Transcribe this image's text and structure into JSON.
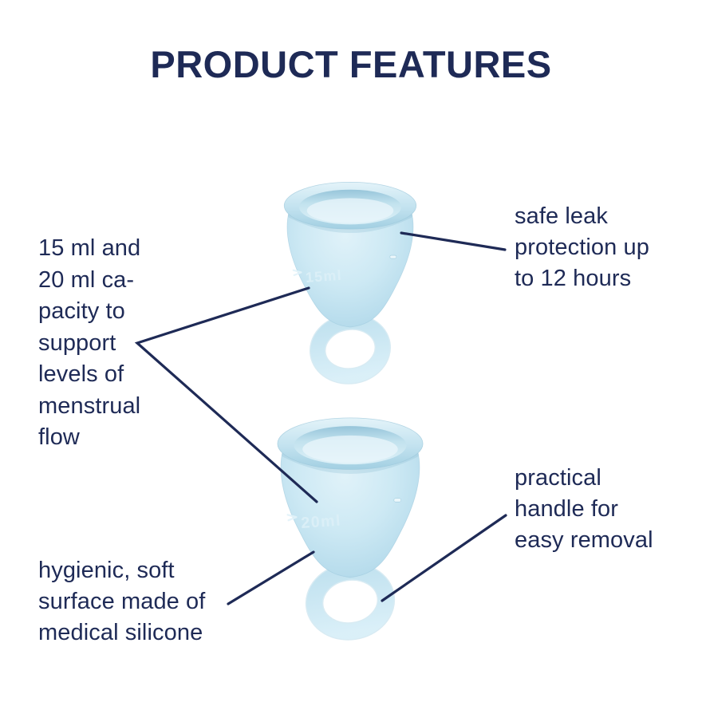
{
  "title": "PRODUCT FEATURES",
  "colors": {
    "navy": "#1e2a56",
    "cup_blue": "#c9e6f2",
    "cup_edge": "#9ec9dd",
    "background": "#ffffff"
  },
  "annotations": {
    "capacity": {
      "lines": [
        "15 ml and",
        "20 ml ca-",
        "pacity to",
        "support",
        "levels of",
        "menstrual",
        "flow"
      ]
    },
    "leak": {
      "lines": [
        "safe leak",
        "protection up",
        "to 12 hours"
      ]
    },
    "handle": {
      "lines": [
        "practical",
        "handle for",
        "easy removal"
      ]
    },
    "surface": {
      "lines": [
        "hygienic, soft",
        "surface made of",
        "medical silicone"
      ]
    }
  },
  "cups": {
    "top": {
      "volume_label": "15ml"
    },
    "bottom": {
      "volume_label": "20ml"
    }
  }
}
